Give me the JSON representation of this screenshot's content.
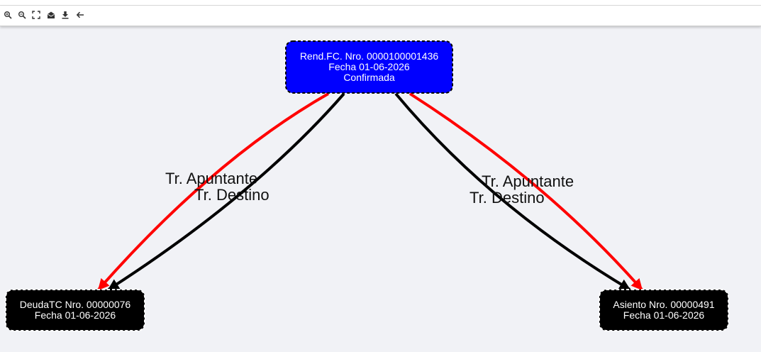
{
  "toolbar": {
    "buttons": [
      {
        "icon": "zoom-in-icon"
      },
      {
        "icon": "zoom-out-icon"
      },
      {
        "icon": "fit-screen-icon"
      },
      {
        "icon": "mail-icon"
      },
      {
        "icon": "download-icon"
      },
      {
        "icon": "back-arrow-icon"
      }
    ]
  },
  "nodes": {
    "main": {
      "line1": "Rend.FC. Nro.  0000100001436",
      "line2": "Fecha 01-06-2026",
      "line3": "Confirmada",
      "fill": "#0000ff"
    },
    "deuda": {
      "line1": "DeudaTC Nro.  00000076",
      "line2": "Fecha 01-06-2026",
      "fill": "#000000"
    },
    "asiento": {
      "line1": "Asiento Nro.  00000491",
      "line2": "Fecha 01-06-2026",
      "fill": "#000000"
    }
  },
  "edges": {
    "left_apuntante": "Tr. Apuntante",
    "left_destino": "Tr. Destino",
    "right_apuntante": "Tr. Apuntante",
    "right_destino": "Tr. Destino",
    "apuntante_color": "#ff0000",
    "destino_color": "#000000"
  }
}
